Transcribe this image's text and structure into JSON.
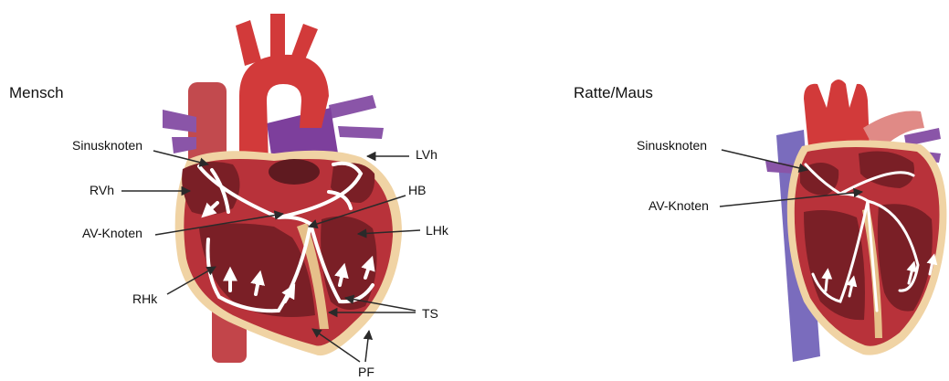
{
  "panels": {
    "human": {
      "title": "Mensch",
      "labels": {
        "sinus": "Sinusknoten",
        "rvh": "RVh",
        "av": "AV-Knoten",
        "rhk": "RHk",
        "lvh": "LVh",
        "hb": "HB",
        "lhk": "LHk",
        "ts": "TS",
        "pf": "PF"
      }
    },
    "rodent": {
      "title": "Ratte/Maus",
      "labels": {
        "sinus": "Sinusknoten",
        "av": "AV-Knoten"
      }
    }
  },
  "colors": {
    "muscle": "#b8323a",
    "chamber": "#7a1f26",
    "pericardium": "#f0d3a4",
    "aorta": "#d23a3a",
    "vein": "#8a55a8",
    "conduction": "#ffffff",
    "leader": "#2a2a2a"
  }
}
